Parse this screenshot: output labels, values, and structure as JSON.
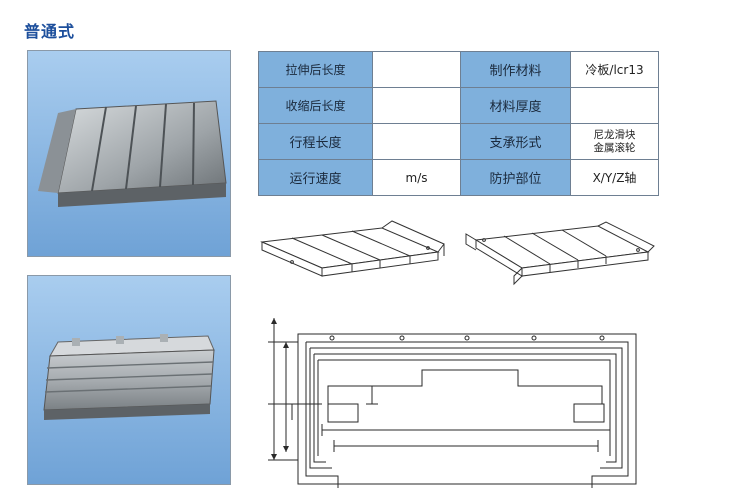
{
  "page": {
    "title": "普通式"
  },
  "spec_table": {
    "rows": [
      {
        "label1": "拉伸后长度",
        "value1": "",
        "label2": "制作材料",
        "value2": "冷板/lcr13"
      },
      {
        "label1": "收缩后长度",
        "value1": "",
        "label2": "材料厚度",
        "value2": ""
      },
      {
        "label1": "行程长度",
        "value1": "",
        "label2": "支承形式",
        "value2_line1": "尼龙滑块",
        "value2_line2": "金属滚轮"
      },
      {
        "label1": "运行速度",
        "value1": "m/s",
        "label2": "防护部位",
        "value2": "X/Y/Z轴"
      }
    ]
  },
  "colors": {
    "title": "#1d4f9c",
    "label_cell": "#7fb0dc",
    "photo_bg": "#8fbbe6"
  }
}
